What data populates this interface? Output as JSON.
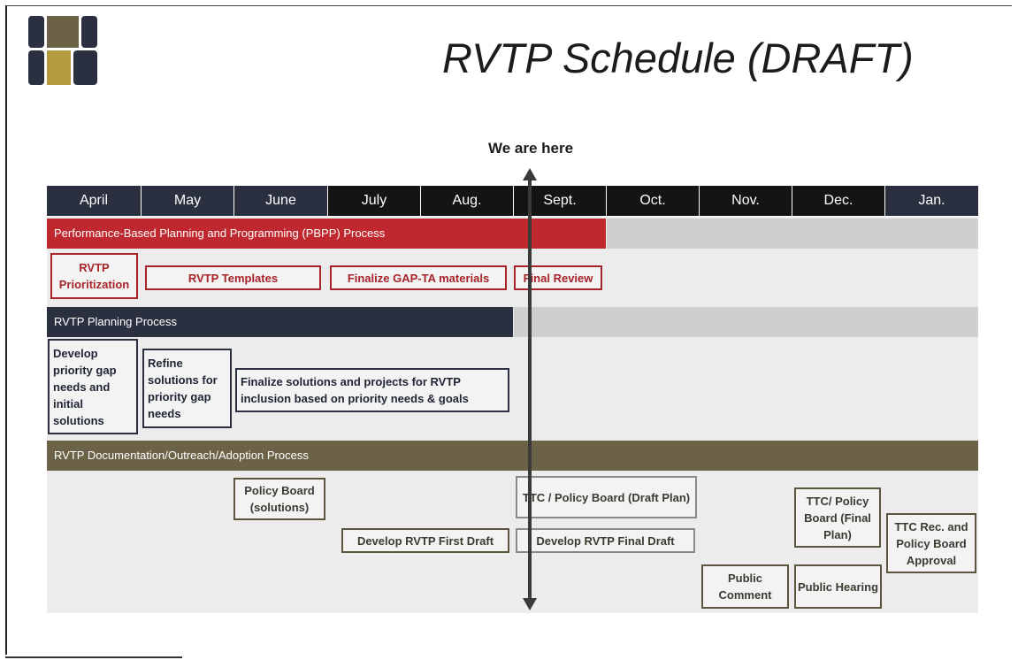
{
  "title": "RVTP Schedule (DRAFT)",
  "marker_label": "We are here",
  "logo": {
    "name": "four-square-logo",
    "colors": [
      "#2a3040",
      "#6b6248",
      "#b39b3e"
    ]
  },
  "months": [
    "April",
    "May",
    "June",
    "July",
    "Aug.",
    "Sept.",
    "Oct.",
    "Nov.",
    "Dec.",
    "Jan."
  ],
  "bands": {
    "pbpp": "Performance-Based Planning and Programming (PBPP) Process",
    "planning": "RVTP Planning Process",
    "documentation": "RVTP Documentation/Outreach/Adoption Process"
  },
  "pbpp_items": {
    "prioritization": "RVTP Prioritization",
    "templates": "RVTP Templates",
    "gap_ta": "Finalize GAP-TA materials",
    "final_review": "Final Review"
  },
  "planning_items": {
    "develop": "Develop priority gap needs and initial solutions",
    "refine": "Refine solutions for priority gap needs",
    "finalize": "Finalize solutions and projects for RVTP inclusion based on priority needs & goals"
  },
  "doc_items": {
    "policy_board_solutions": "Policy Board (solutions)",
    "ttc_draft_plan": "TTC / Policy Board (Draft Plan)",
    "ttc_final_plan": "TTC/ Policy Board (Final Plan)",
    "ttc_approval": "TTC Rec. and Policy Board Approval",
    "first_draft": "Develop RVTP First Draft",
    "final_draft": "Develop RVTP Final Draft",
    "public_comment": "Public Comment",
    "public_hearing": "Public Hearing"
  },
  "colors": {
    "navy": "#2a3040",
    "red": "#c0282f",
    "olive": "#6b6248",
    "grey": "#cfcfcf"
  }
}
